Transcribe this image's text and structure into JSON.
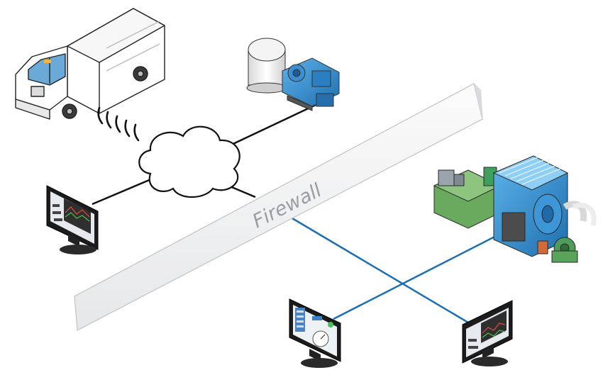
{
  "firewall": {
    "label": "Firewall"
  },
  "nodes": [
    {
      "id": "delivery-van",
      "icon": "truck-icon"
    },
    {
      "id": "wireless-signal",
      "icon": "wifi-signal-icon"
    },
    {
      "id": "network-cloud",
      "icon": "cloud-icon"
    },
    {
      "id": "compressor-unit",
      "icon": "compressor-icon"
    },
    {
      "id": "hmi-monitor-left",
      "icon": "monitor-icon"
    },
    {
      "id": "industrial-machine",
      "icon": "industrial-machine-icon"
    },
    {
      "id": "hmi-monitor-bottom-center",
      "icon": "monitor-icon"
    },
    {
      "id": "hmi-monitor-bottom-right",
      "icon": "monitor-icon"
    }
  ],
  "colors": {
    "external_link": "#111111",
    "internal_link": "#1a6fb5",
    "firewall_face": "#f1f1f2",
    "firewall_edge": "#c9cacd",
    "equipment_blue": "#2f8fd0",
    "equipment_green": "#5aa35a"
  }
}
